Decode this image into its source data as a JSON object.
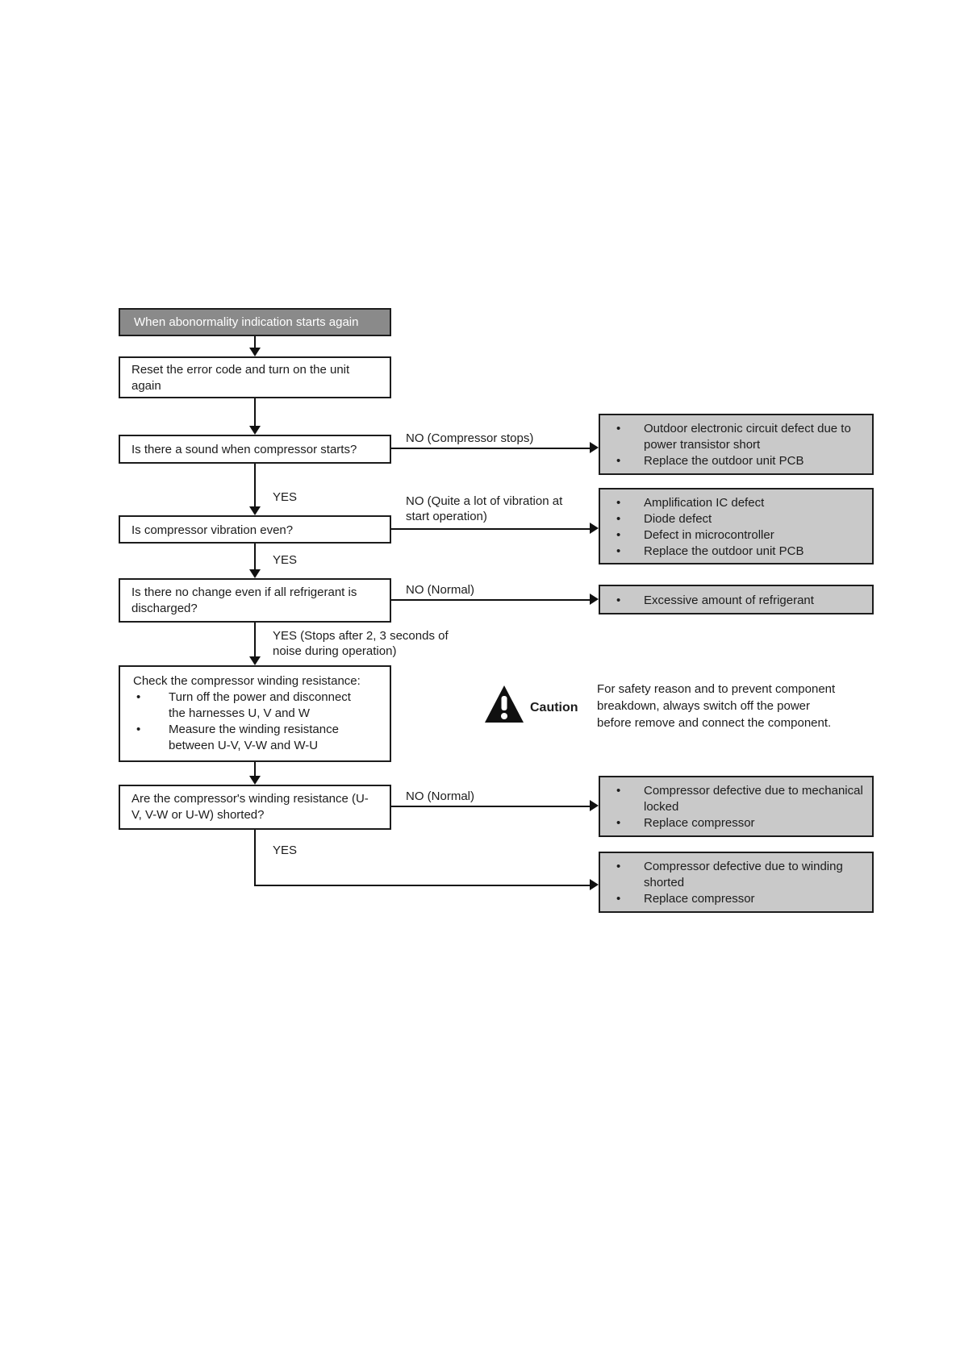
{
  "flow": {
    "start": "When abonormality indication starts again",
    "reset": "Reset the error code and turn on the unit again",
    "questions": {
      "sound": "Is there a sound when compressor starts?",
      "vibration": "Is compressor vibration even?",
      "refrigerant": "Is there no change even if all refrigerant is discharged?",
      "winding": "Are the compressor's winding resistance (U-V, V-W or U-W) shorted?"
    },
    "check": {
      "title": "Check the compressor winding resistance:",
      "bullets": [
        "Turn off the power and disconnect the harnesses U, V and W",
        "Measure the winding resistance between U-V, V-W and W-U"
      ]
    },
    "labels": {
      "no_compressor_stops": "NO (Compressor stops)",
      "yes_1": "YES",
      "no_vibration": "NO (Quite a lot of vibration at start operation)",
      "yes_2": "YES",
      "no_normal_1": "NO (Normal)",
      "yes_stops": "YES (Stops after 2, 3 seconds of noise during operation)",
      "no_normal_2": "NO (Normal)",
      "yes_3": "YES"
    },
    "results": {
      "pcb_short": {
        "items": [
          "Outdoor electronic circuit defect due to power transistor short",
          "Replace the outdoor unit PCB"
        ]
      },
      "ic_defect": {
        "items": [
          "Amplification IC defect",
          "Diode defect",
          "Defect in microcontroller",
          "Replace the outdoor unit PCB"
        ]
      },
      "refrigerant": {
        "items": [
          "Excessive amount of refrigerant"
        ]
      },
      "mech_locked": {
        "items": [
          "Compressor defective due to mechanical locked",
          "Replace compressor"
        ]
      },
      "winding_shorted": {
        "items": [
          "Compressor defective due to winding shorted",
          "Replace compressor"
        ]
      }
    }
  },
  "caution": {
    "label": "Caution",
    "text": "For safety reason and to prevent component breakdown, always switch off the power before remove and connect the component."
  },
  "bullet_glyph": "•",
  "colors": {
    "start_box_bg": "#8a8a8a",
    "start_box_text": "#ffffff",
    "result_box_bg": "#c9c9c9",
    "border": "#1c1c1c",
    "line": "#111111"
  }
}
